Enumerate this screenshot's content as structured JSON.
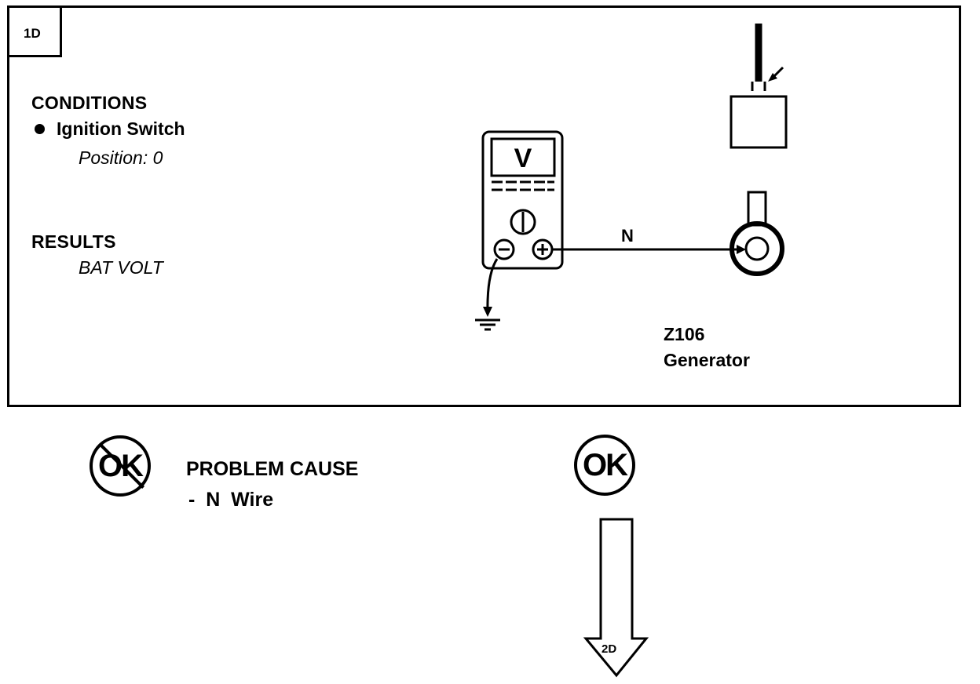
{
  "step": {
    "id": "1D"
  },
  "conditions": {
    "heading": "CONDITIONS",
    "items": [
      {
        "label": "Ignition Switch",
        "value": "Position: 0"
      }
    ]
  },
  "results": {
    "heading": "RESULTS",
    "value": "BAT VOLT"
  },
  "meter": {
    "display": "V"
  },
  "wire": {
    "label": "N"
  },
  "component": {
    "id": "Z106",
    "name": "Generator"
  },
  "outcomes": {
    "not_ok": {
      "badge": "OK",
      "heading": "PROBLEM CAUSE",
      "items": [
        "-  N  Wire"
      ]
    },
    "ok": {
      "badge": "OK",
      "next_step": "2D"
    }
  }
}
